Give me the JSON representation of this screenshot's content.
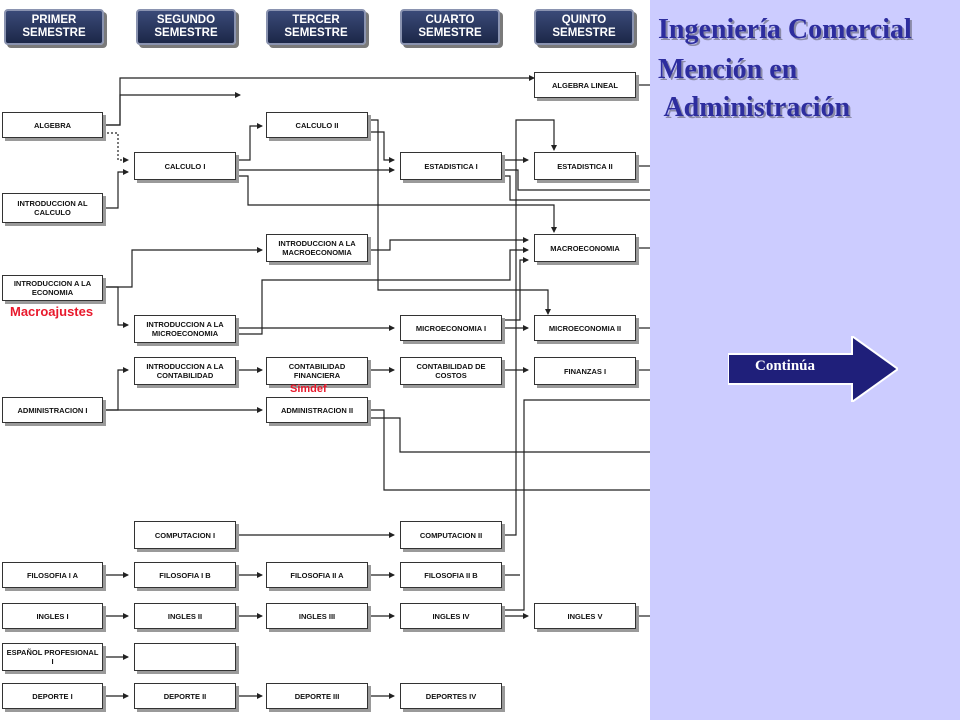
{
  "semesters": [
    "PRIMER\nSEMESTRE",
    "SEGUNDO\nSEMESTRE",
    "TERCER\nSEMESTRE",
    "CUARTO\nSEMESTRE",
    "QUINTO\nSEMESTRE"
  ],
  "title": {
    "line1": "Ingeniería Comercial",
    "line2": "Mención en",
    "line3": " Administración"
  },
  "courses": {
    "algebra": "ALGEBRA",
    "intro_calculo": "INTRODUCCION AL CALCULO",
    "intro_economia": "INTRODUCCION A LA ECONOMIA",
    "administracion_1": "ADMINISTRACION I",
    "filosofia_1a": "FILOSOFIA I A",
    "ingles_1": "INGLES I",
    "espanol": "ESPAÑOL PROFESIONAL I",
    "deporte_1": "DEPORTE I",
    "calculo_1": "CALCULO I",
    "intro_microeconomia": "INTRODUCCION A LA MICROECONOMIA",
    "intro_contabilidad": "INTRODUCCION A LA CONTABILIDAD",
    "computacion_1": "COMPUTACION I",
    "filosofia_1b": "FILOSOFIA I B",
    "ingles_2": "INGLES II",
    "espanol_blank": "",
    "deporte_2": "DEPORTE II",
    "calculo_2": "CALCULO II",
    "intro_macroeconomia": "INTRODUCCION A LA MACROECONOMIA",
    "contabilidad_financiera": "CONTABILIDAD FINANCIERA",
    "administracion_2": "ADMINISTRACION II",
    "filosofia_2a": "FILOSOFIA II A",
    "ingles_3": "INGLES III",
    "deporte_3": "DEPORTE III",
    "estadistica_1": "ESTADISTICA I",
    "microeconomia_1": "MICROECONOMIA I",
    "contabilidad_costos": "CONTABILIDAD DE COSTOS",
    "computacion_2": "COMPUTACION II",
    "filosofia_2b": "FILOSOFIA II B",
    "ingles_4": "INGLES IV",
    "deportes_4": "DEPORTES IV",
    "algebra_lineal": "ALGEBRA LINEAL",
    "estadistica_2": "ESTADISTICA II",
    "macroeconomia": "MACROECONOMIA",
    "microeconomia_2": "MICROECONOMIA II",
    "finanzas_1": "FINANZAS I",
    "ingles_5": "INGLES V"
  },
  "annotations": {
    "macroajustes": "Macroajustes",
    "simdef": "Simdef"
  },
  "continue_label": "Continúa",
  "colors": {
    "side_panel": "#ccccff",
    "title": "#2d2d9e",
    "continue_arrow": "#1f1f7a",
    "annotation": "#e8192c"
  }
}
